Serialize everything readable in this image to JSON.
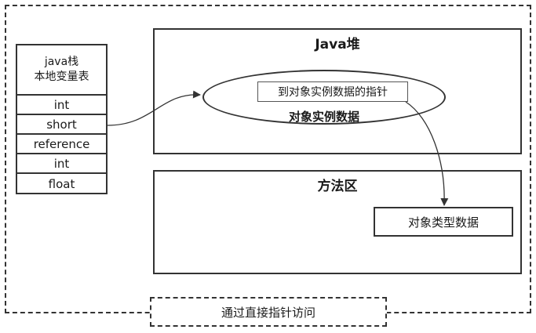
{
  "stack": {
    "title_line1": "java栈",
    "title_line2": "本地变量表",
    "rows": [
      "int",
      "short",
      "reference",
      "int",
      "float"
    ]
  },
  "heap": {
    "title": "Java堆",
    "pointer_label": "到对象实例数据的指针",
    "object_label": "对象实例数据"
  },
  "method_area": {
    "title": "方法区",
    "type_label": "对象类型数据"
  },
  "caption": "通过直接指针访问"
}
